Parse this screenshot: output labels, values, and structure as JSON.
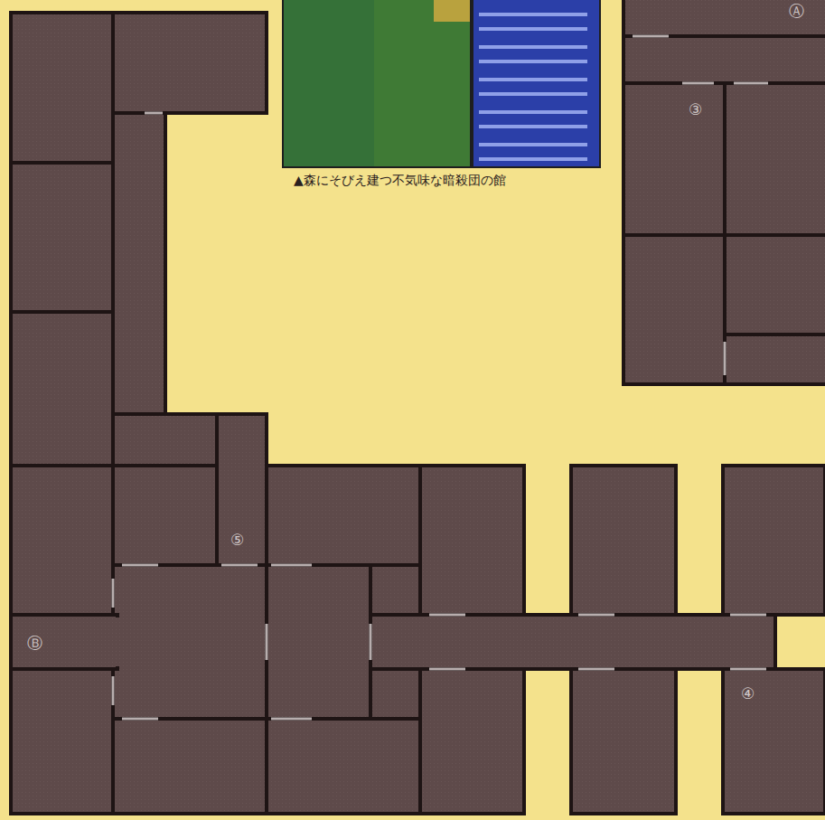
{
  "diagram": {
    "caption": "▲森にそびえ建つ不気味な暗殺団の館",
    "labels": [
      "Ⓐ",
      "③",
      "⑤",
      "Ⓑ",
      "④"
    ]
  }
}
